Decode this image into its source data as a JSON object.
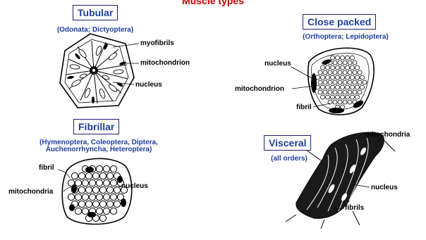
{
  "title": "Muscle types",
  "panels": {
    "tubular": {
      "name": "Tubular",
      "orders": "(Odonata; Dictyoptera)",
      "labels": {
        "myofibrils": "myofibrils",
        "mitochondrion": "mitochondrion",
        "nucleus": "nucleus"
      }
    },
    "close_packed": {
      "name": "Close packed",
      "orders": "(Orthoptera; Lepidoptera)",
      "labels": {
        "nucleus": "nucleus",
        "mitochondrion": "mitochondrion",
        "fibril": "fibril"
      }
    },
    "fibrillar": {
      "name": "Fibrillar",
      "orders_line1": "(Hymenoptera, Coleoptera, Diptera,",
      "orders_line2": "Auchenorrhyncha, Heteroptera)",
      "labels": {
        "fibril": "fibril",
        "mitochondria": "mitochondria",
        "nucleus": "nucleus"
      }
    },
    "visceral": {
      "name": "Visceral",
      "orders": "(all orders)",
      "labels": {
        "mitochondria": "mitochondria",
        "nucleus": "nucleus",
        "fibrils": "fibrils"
      }
    }
  }
}
